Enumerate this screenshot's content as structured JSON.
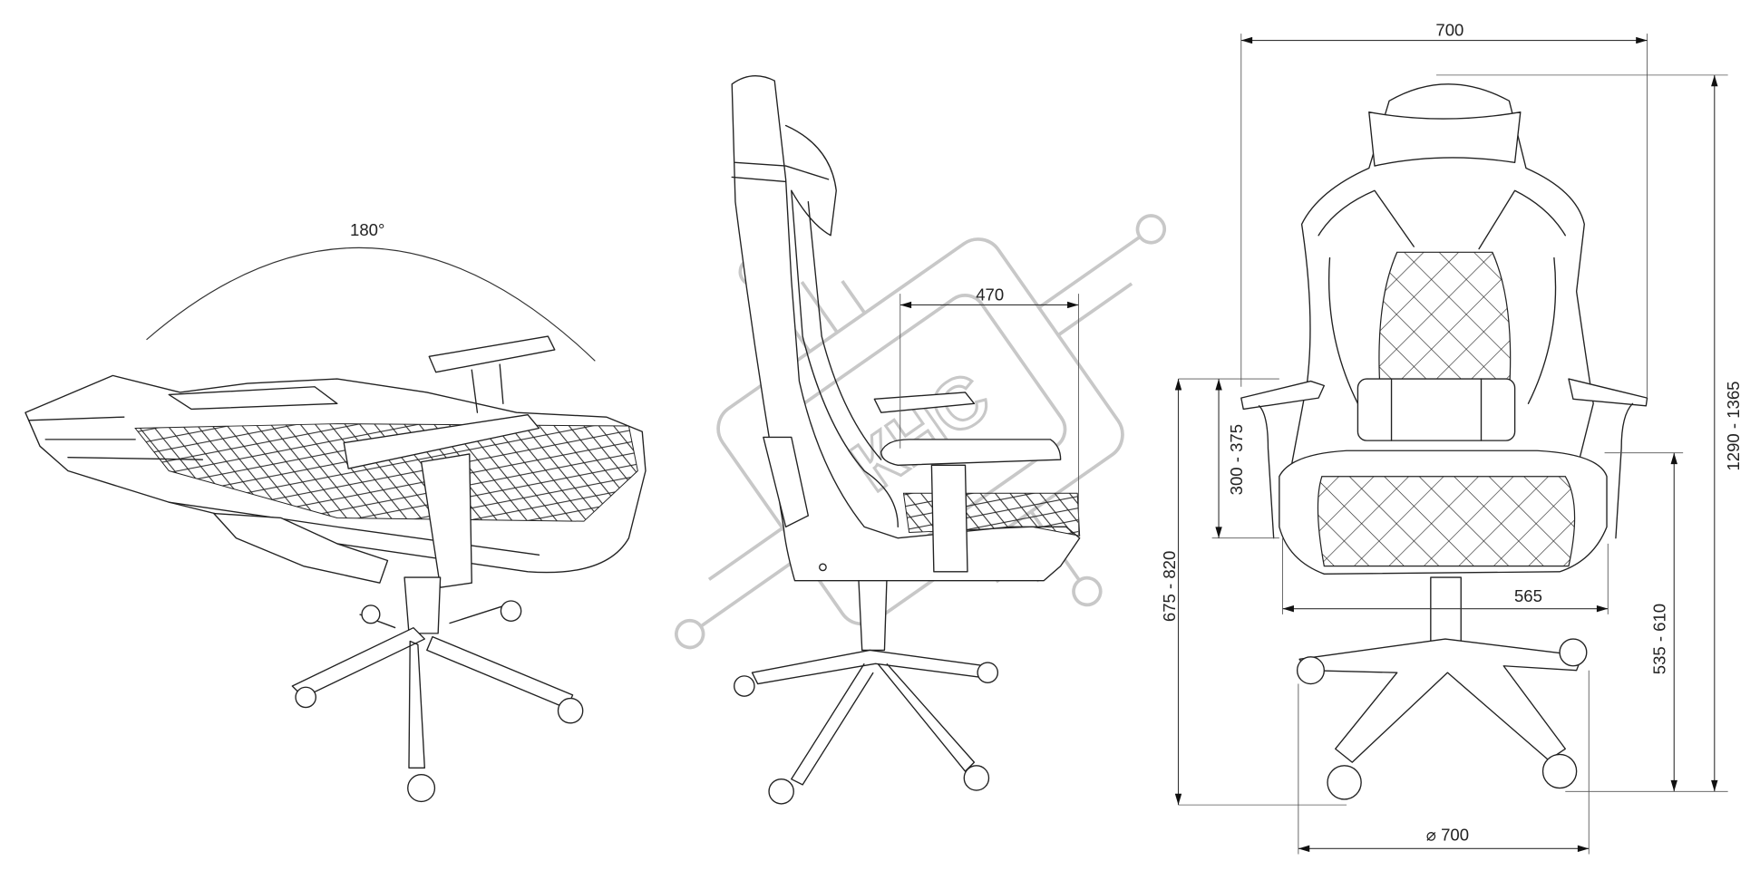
{
  "title": "Gaming chair dimension drawing",
  "views": [
    "reclined-view",
    "side-view",
    "front-view"
  ],
  "dimensions": {
    "recline_angle": "180°",
    "seat_depth": "470",
    "overall_width": "700",
    "overall_height": "1290 - 1365",
    "armrest_height_above_seat": "300 - 375",
    "armrest_height_floor": "675 - 820",
    "seat_height": "535 - 610",
    "seat_width": "565",
    "base_diameter": "⌀ 700"
  },
  "watermark": {
    "text": "КНС"
  },
  "colors": {
    "line": "#222222",
    "watermark": "#c8c8c8"
  }
}
